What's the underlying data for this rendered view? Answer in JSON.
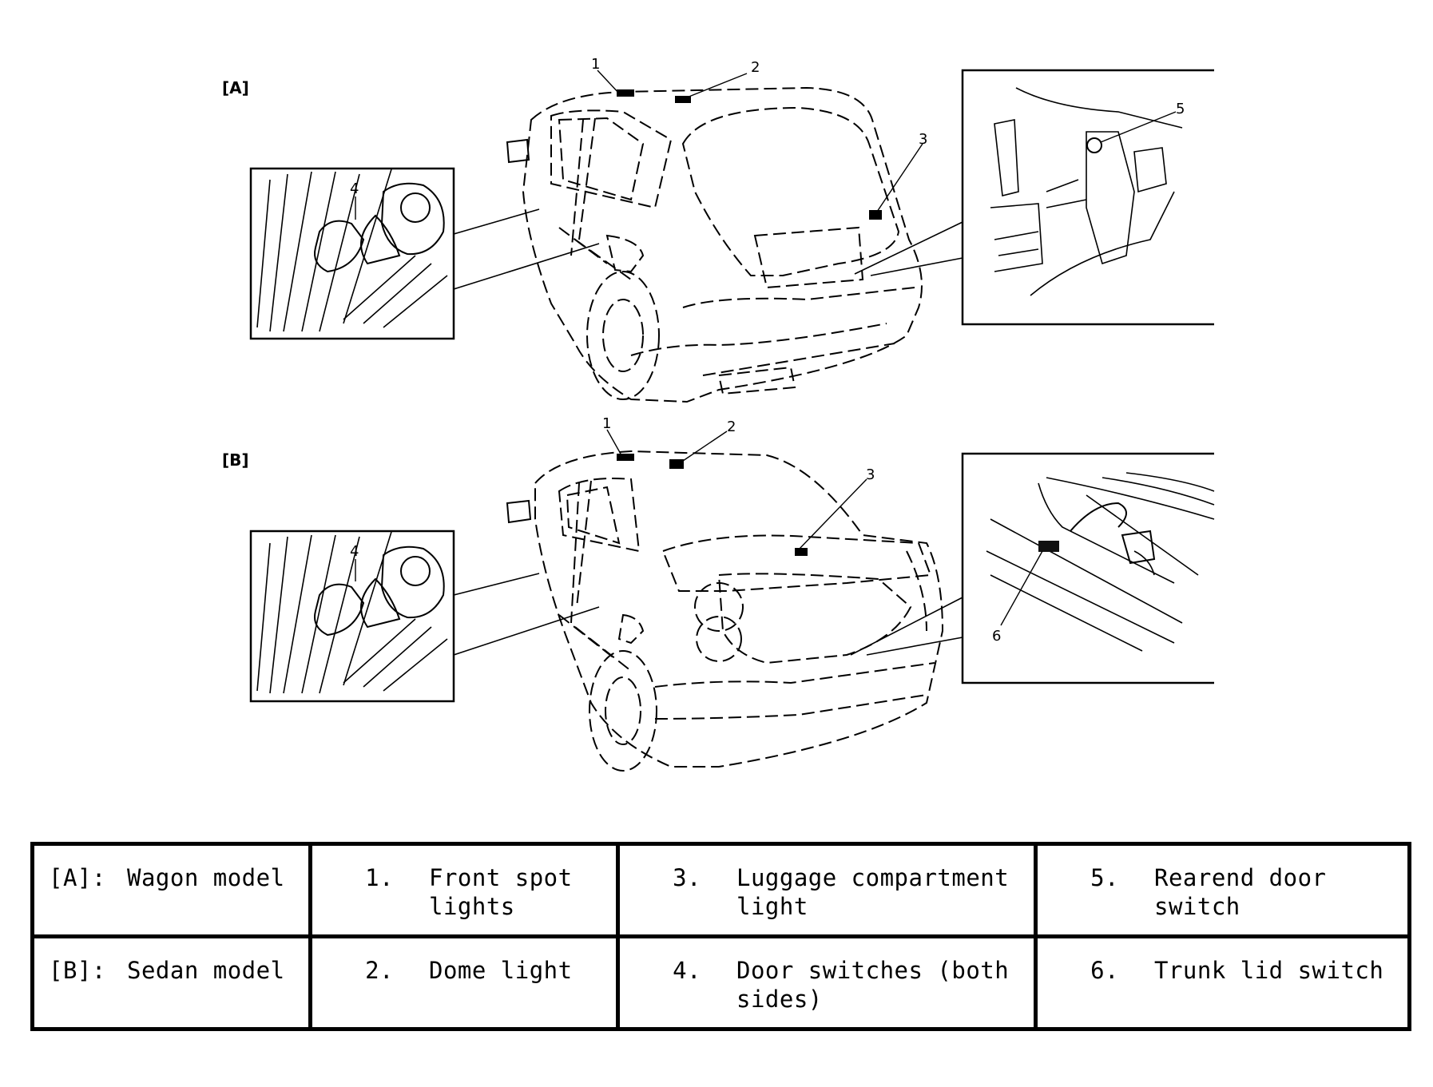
{
  "diagram": {
    "section_a_label": "[A]",
    "section_b_label": "[B]",
    "callouts_a": [
      "1",
      "2",
      "3",
      "4",
      "5"
    ],
    "callouts_b": [
      "1",
      "2",
      "3",
      "4",
      "6"
    ]
  },
  "legend": {
    "rows": [
      [
        {
          "key": "[A]:",
          "text": "Wagon model"
        },
        {
          "key": "1.",
          "text": "Front spot lights"
        },
        {
          "key": "3.",
          "text": "Luggage compartment light"
        },
        {
          "key": "5.",
          "text": "Rearend door switch"
        }
      ],
      [
        {
          "key": "[B]:",
          "text": "Sedan model"
        },
        {
          "key": "2.",
          "text": "Dome light"
        },
        {
          "key": "4.",
          "text": "Door switches (both sides)"
        },
        {
          "key": "6.",
          "text": "Trunk lid switch"
        }
      ]
    ]
  }
}
